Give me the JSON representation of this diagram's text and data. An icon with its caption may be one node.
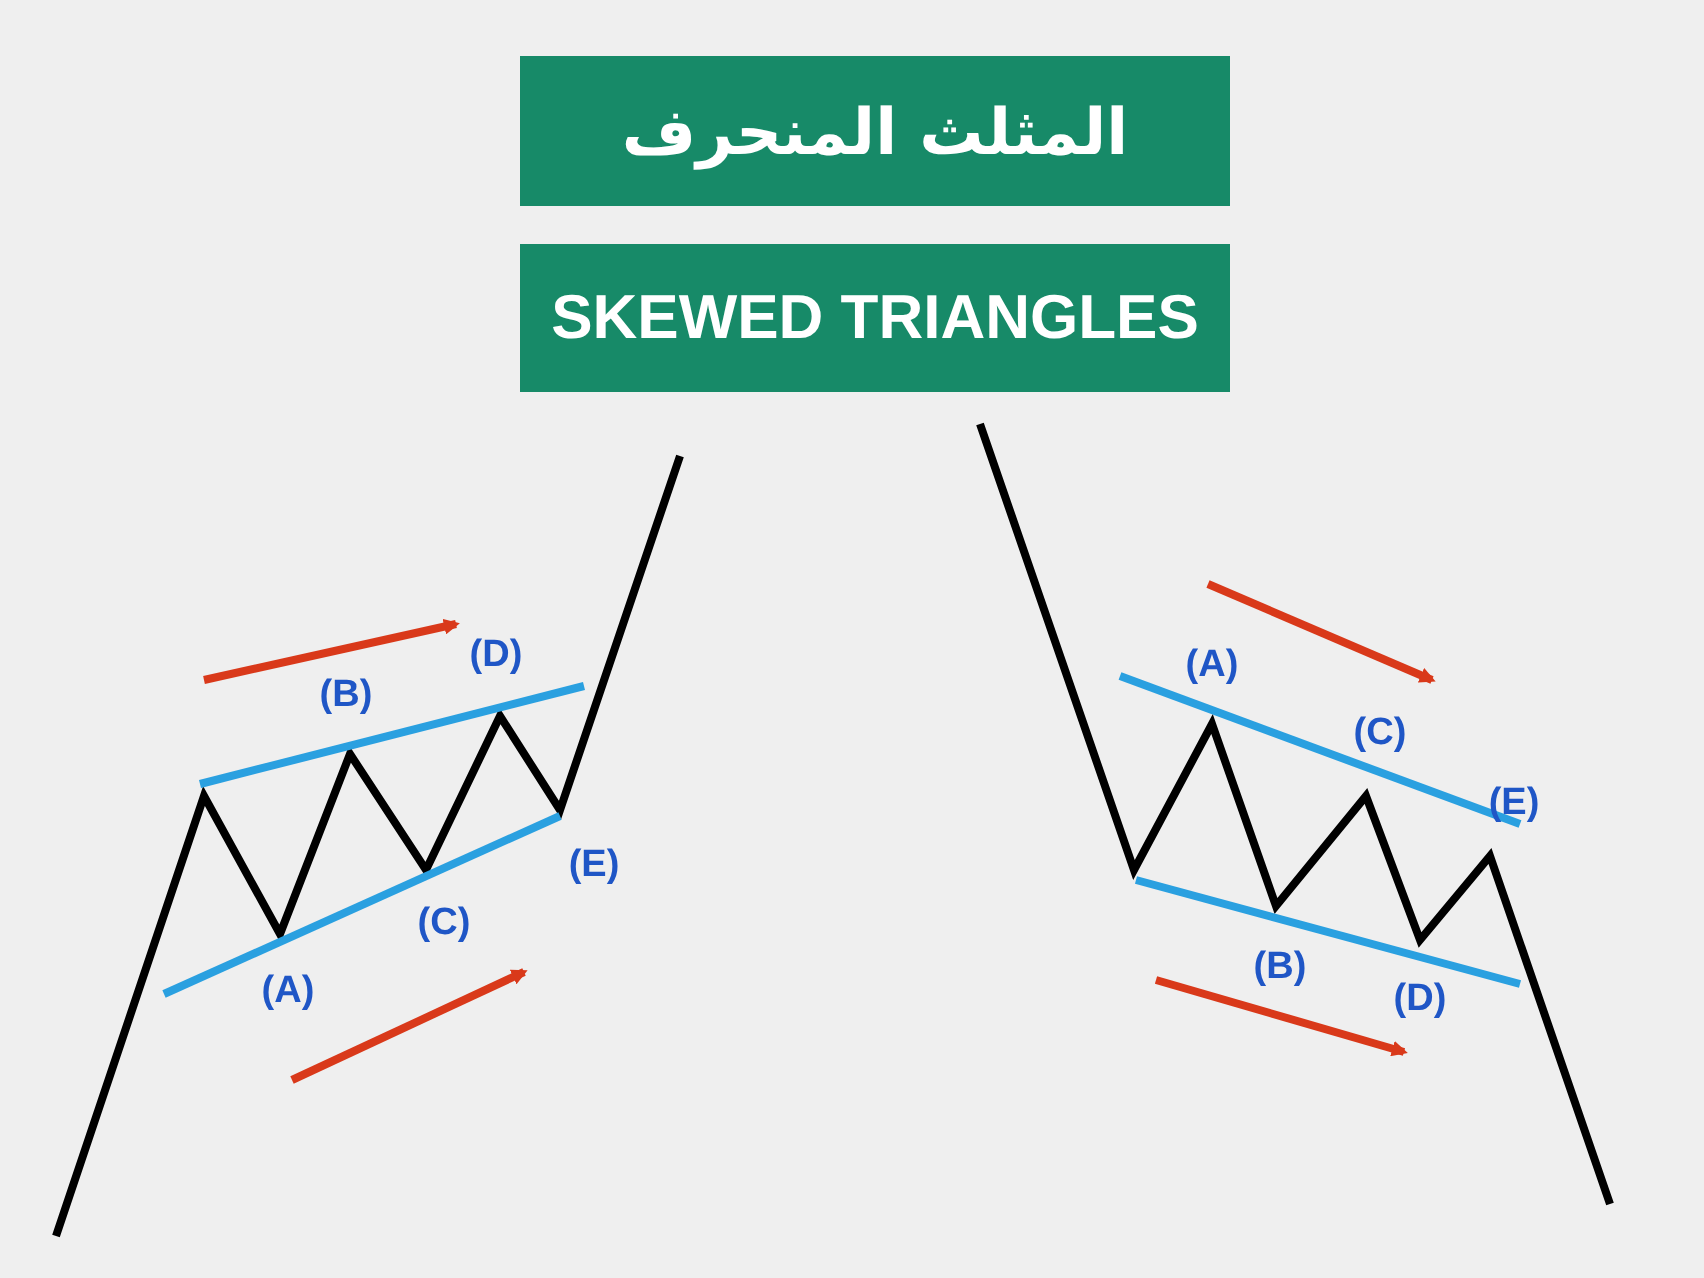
{
  "diagram": {
    "title": "المثلث المنحرف",
    "labels": [
      "SKEWED TRIANGLES",
      "(B)",
      "(D)",
      "(E)",
      "(C)",
      "(A)",
      "(A)",
      "(C)",
      "(E)",
      "(B)",
      "(D)"
    ]
  }
}
